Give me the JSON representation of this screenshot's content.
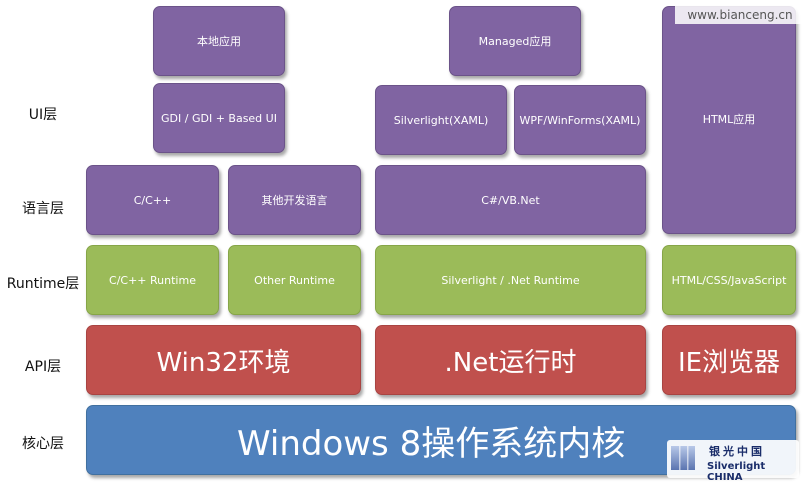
{
  "layers": {
    "ui": "UI层",
    "language": "语言层",
    "runtime": "Runtime层",
    "api": "API层",
    "core": "核心层"
  },
  "boxes": {
    "native_app": "本地应用",
    "gdi": "GDI / GDI + Based UI",
    "c_cpp": "C/C++",
    "other_lang": "其他开发语言",
    "c_cpp_runtime": "C/C++ Runtime",
    "other_runtime": "Other Runtime",
    "win32": "Win32环境",
    "managed_app": "Managed应用",
    "silverlight_xaml": "Silverlight(XAML)",
    "wpf_winforms": "WPF/WinForms(XAML)",
    "csharp_vb": "C#/VB.Net",
    "silverlight_runtime": "Silverlight / .Net Runtime",
    "dotnet_runtime": ".Net运行时",
    "html_app": "HTML应用",
    "html_css_js": "HTML/CSS/JavaScript",
    "ie_browser": "IE浏览器",
    "kernel": "Windows 8操作系统内核"
  },
  "watermark": "www.bianceng.cn",
  "logo": {
    "cn": "银光中国",
    "en": "Silverlight CHINA"
  },
  "colors": {
    "purple": "#8064a2",
    "green": "#9bbb59",
    "red": "#c0504d",
    "blue": "#4f81bd"
  }
}
